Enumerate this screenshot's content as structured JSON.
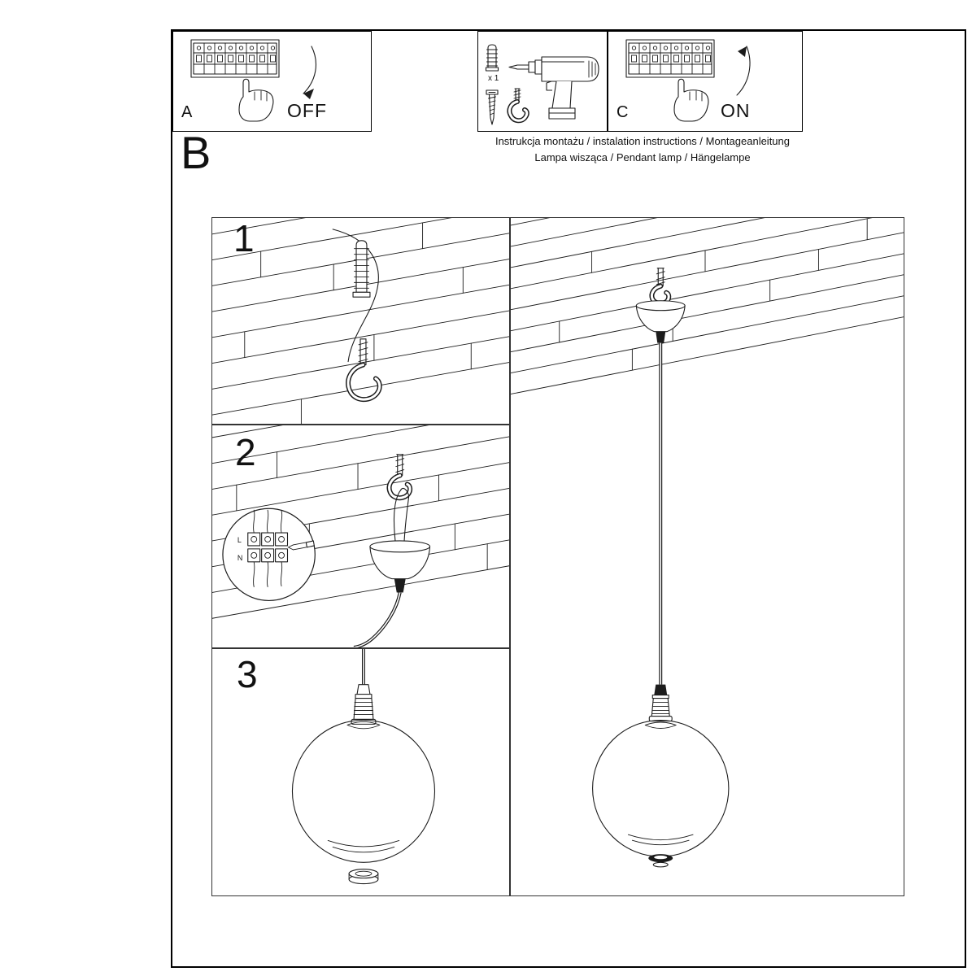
{
  "colors": {
    "ink": "#1c1c1c",
    "paper": "#ffffff"
  },
  "header": {
    "panel_a_label": "A",
    "off_label": "OFF",
    "anchor_count_label": "x 1",
    "panel_c_label": "C",
    "on_label": "ON",
    "instructions_line1": "Instrukcja montażu / instalation instructions / Montageanleitung",
    "instructions_line2": "Lampa wisząca / Pendant lamp / Hängelampe",
    "section_label": "B"
  },
  "steps": {
    "step1_label": "1",
    "step2_label": "2",
    "step3_label": "3"
  },
  "wiring_detail": {
    "l_label": "L",
    "n_label": "N"
  }
}
